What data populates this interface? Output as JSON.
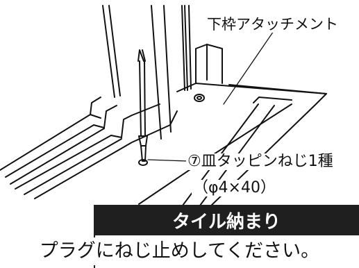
{
  "labels": {
    "attachment": "下枠アタッチメント",
    "screw_name": "⑦皿タッピンねじ1種",
    "screw_size": "（φ4×40）"
  },
  "section": {
    "title": "タイル納まり",
    "instruction": "プラグにねじ止めしてください。"
  },
  "colors": {
    "header_bg": "#1f1f1f",
    "header_text": "#ffffff",
    "line": "#111111"
  }
}
